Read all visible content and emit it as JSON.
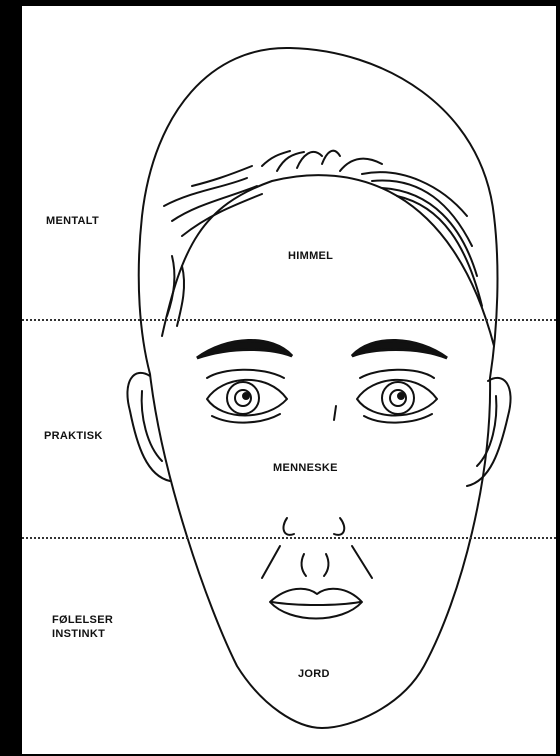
{
  "left_labels": {
    "mental": "MENTALT",
    "practical": "PRAKTISK",
    "emotions": "FØLELSER",
    "instinct": "INSTINKT"
  },
  "zone_labels": {
    "heaven": "HIMMEL",
    "human": "MENNESKE",
    "earth": "JORD"
  }
}
